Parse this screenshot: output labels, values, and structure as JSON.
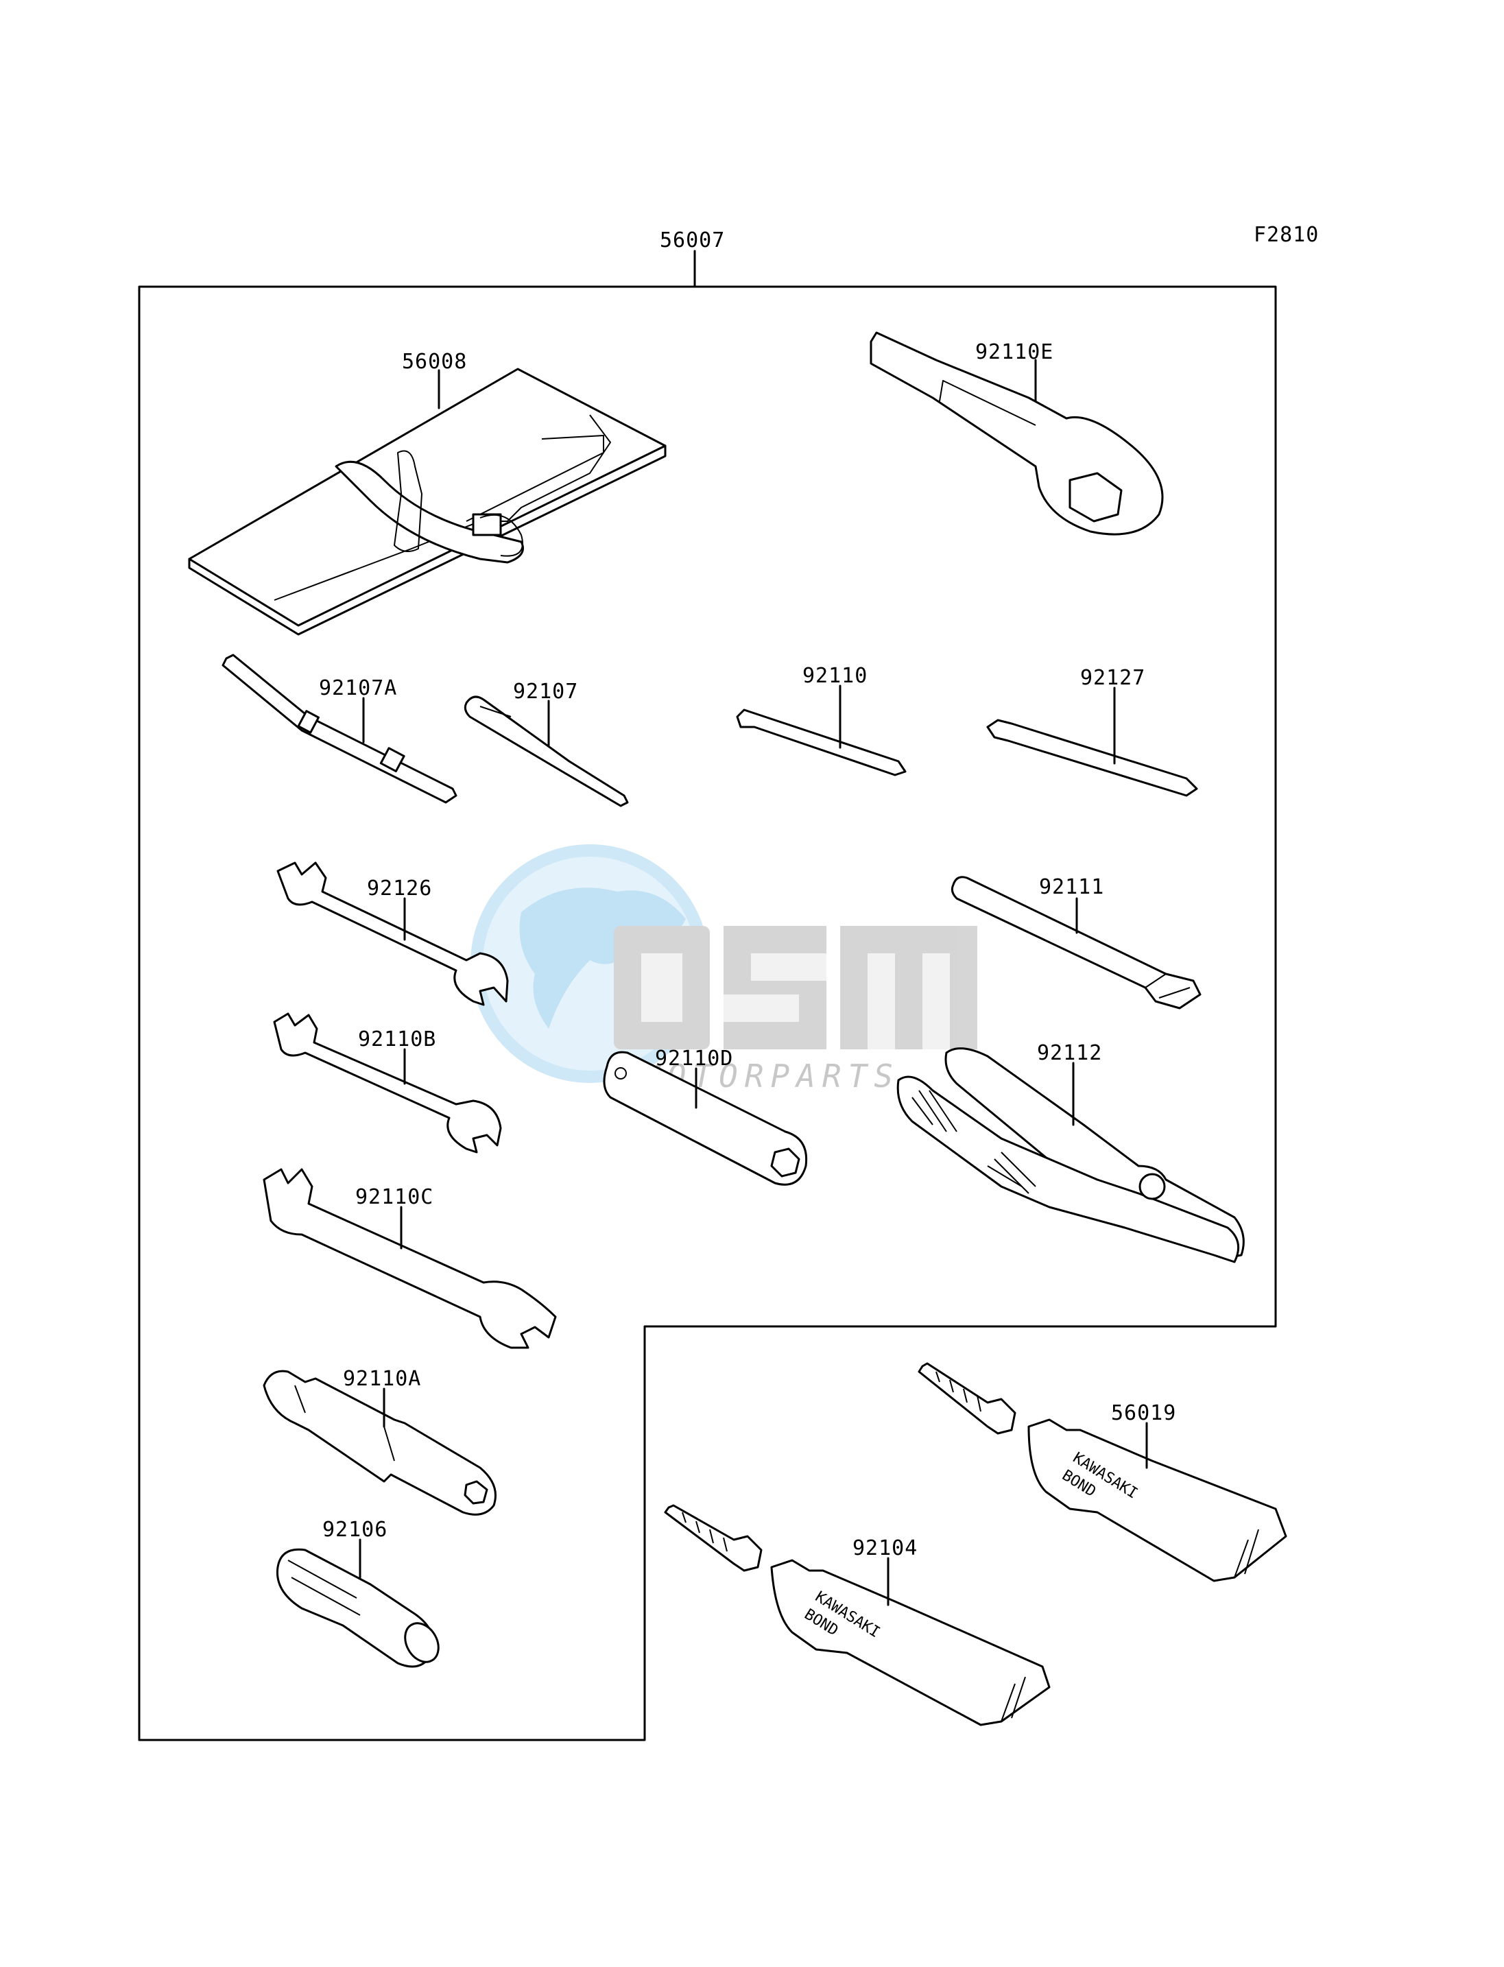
{
  "figure_code": "F2810",
  "assembly": {
    "part_number": "56007"
  },
  "parts": [
    {
      "id": "tool-bag",
      "number": "56008"
    },
    {
      "id": "ring-wrench",
      "number": "92110E"
    },
    {
      "id": "screwdriver-a",
      "number": "92107A"
    },
    {
      "id": "screwdriver-b",
      "number": "92107"
    },
    {
      "id": "hex-key-small",
      "number": "92110"
    },
    {
      "id": "hex-key-large",
      "number": "92127"
    },
    {
      "id": "open-wrench-1",
      "number": "92126"
    },
    {
      "id": "extension-handle",
      "number": "92111"
    },
    {
      "id": "open-wrench-2",
      "number": "92110B"
    },
    {
      "id": "box-wrench-d",
      "number": "92110D"
    },
    {
      "id": "pliers",
      "number": "92112"
    },
    {
      "id": "open-wrench-3",
      "number": "92110C"
    },
    {
      "id": "socket-wrench-a",
      "number": "92110A"
    },
    {
      "id": "screwdriver-grip",
      "number": "92106"
    },
    {
      "id": "bond-tube-1",
      "number": "56019",
      "tube_text_1": "KAWASAKI",
      "tube_text_2": "BOND"
    },
    {
      "id": "bond-tube-2",
      "number": "92104",
      "tube_text_1": "KAWASAKI",
      "tube_text_2": "BOND"
    }
  ],
  "watermark": {
    "brand": "OSM",
    "tagline": "MOTORPARTS",
    "colors": {
      "globe": "#9fd3f2",
      "letters": "#b4b4b4"
    }
  }
}
